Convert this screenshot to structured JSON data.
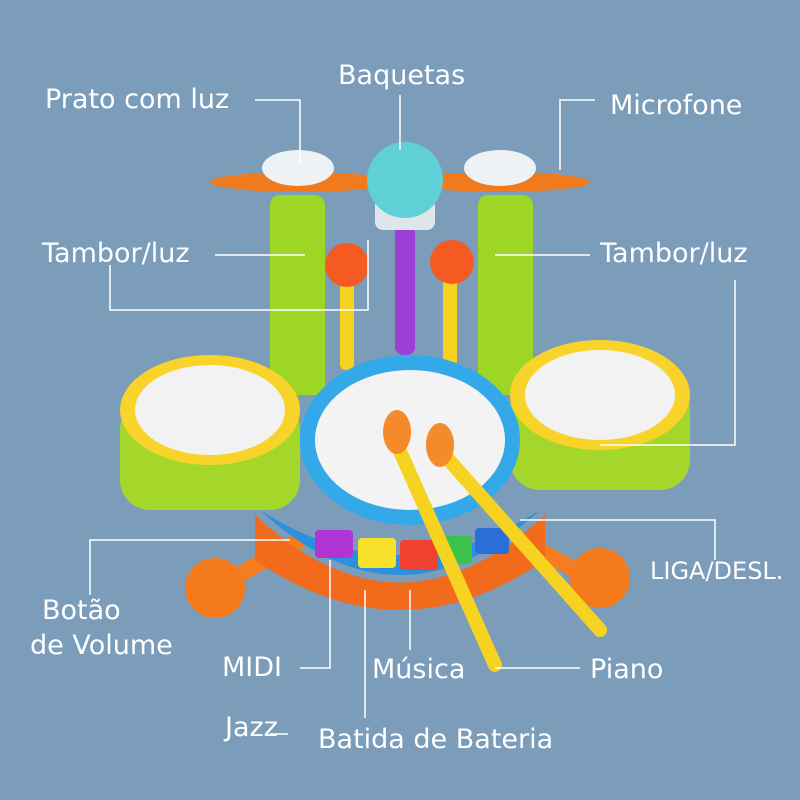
{
  "labels": {
    "cymbal": "Prato com luz",
    "sticks": "Baquetas",
    "microphone": "Microfone",
    "drum_left": "Tambor/luz",
    "drum_right": "Tambor/luz",
    "power": "LIGA/DESL.",
    "volume_line1": "Botão",
    "volume_line2": "de Volume",
    "midi": "MIDI",
    "music": "Música",
    "piano": "Piano",
    "jazz": "Jazz",
    "drum_beat": "Batida de Bateria"
  },
  "colors": {
    "background": "#7b9dba",
    "label": "#ffffff"
  }
}
